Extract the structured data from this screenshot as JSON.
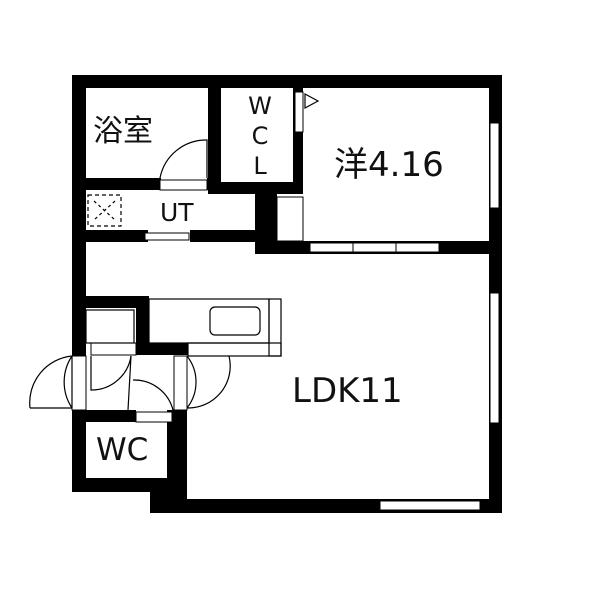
{
  "floorplan": {
    "rooms": [
      {
        "id": "bath",
        "label": "浴室"
      },
      {
        "id": "wcl",
        "label_lines": [
          "W",
          "C",
          "L"
        ]
      },
      {
        "id": "western",
        "label": "洋4.16"
      },
      {
        "id": "utility",
        "label": "UT"
      },
      {
        "id": "ldk",
        "label": "LDK11"
      },
      {
        "id": "toilet",
        "label": "WC"
      }
    ],
    "colors": {
      "wall": "#000000",
      "background": "#ffffff",
      "line": "#000000"
    }
  }
}
